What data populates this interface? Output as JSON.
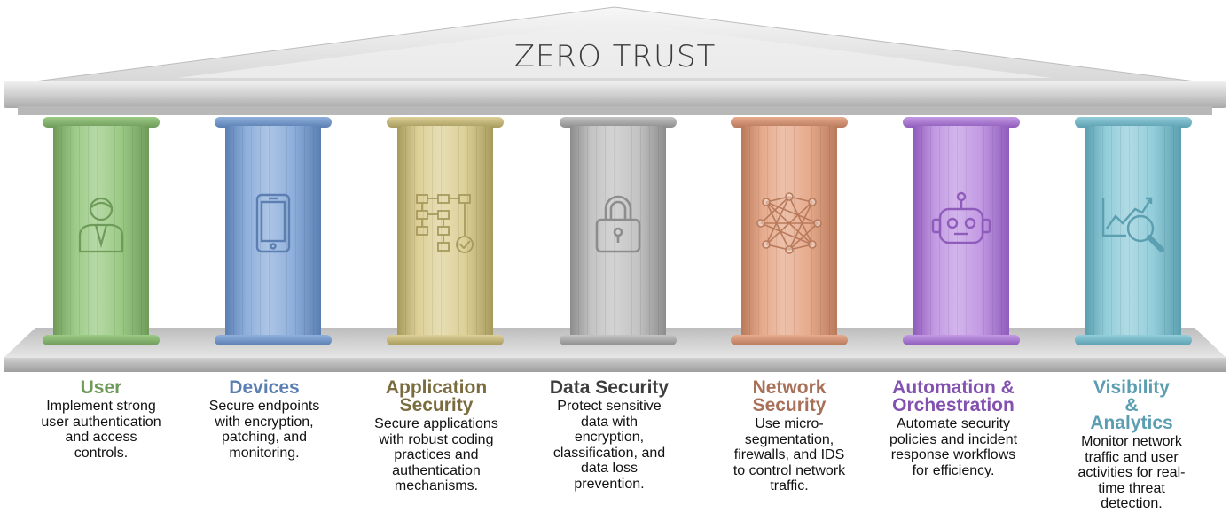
{
  "roof": {
    "title": "ZERO TRUST"
  },
  "pillars": [
    {
      "title": "User",
      "desc": "Implement strong user authentication and access controls.",
      "color": "#9ccb86",
      "dark": "#6f9b5a",
      "title_color": "#6f9b5a",
      "icon": "user-icon"
    },
    {
      "title": "Devices",
      "desc": "Secure endpoints with encryption, patching, and monitoring.",
      "color": "#8fb0dc",
      "dark": "#5b7fb3",
      "title_color": "#5b7fb3",
      "icon": "smartphone-icon"
    },
    {
      "title": "Application Security",
      "desc": "Secure applications with robust coding practices and authentication mechanisms.",
      "color": "#ddd199",
      "dark": "#a79a5c",
      "title_color": "#7a6c3e",
      "icon": "app-flowchart-icon"
    },
    {
      "title": "Data Security",
      "desc": "Protect sensitive data with encryption, classification, and data loss prevention.",
      "color": "#c4c4c4",
      "dark": "#8d8d8d",
      "title_color": "#3d3d3d",
      "icon": "padlock-icon"
    },
    {
      "title": "Network Security",
      "desc": "Use micro-segmentation, firewalls, and IDS to control network traffic.",
      "color": "#e7ab8d",
      "dark": "#b97a5b",
      "title_color": "#a87058",
      "icon": "network-mesh-icon"
    },
    {
      "title": "Automation & Orchestration",
      "desc": "Automate security policies and incident response workflows for efficiency.",
      "color": "#c39ae4",
      "dark": "#8f5cbb",
      "title_color": "#8352b0",
      "icon": "robot-icon"
    },
    {
      "title": "Visibility & Analytics",
      "desc": "Monitor network traffic and user activities for real-time threat detection.",
      "color": "#94cedb",
      "dark": "#5b9fb0",
      "title_color": "#5b9db1",
      "icon": "analytics-magnifier-icon"
    }
  ]
}
